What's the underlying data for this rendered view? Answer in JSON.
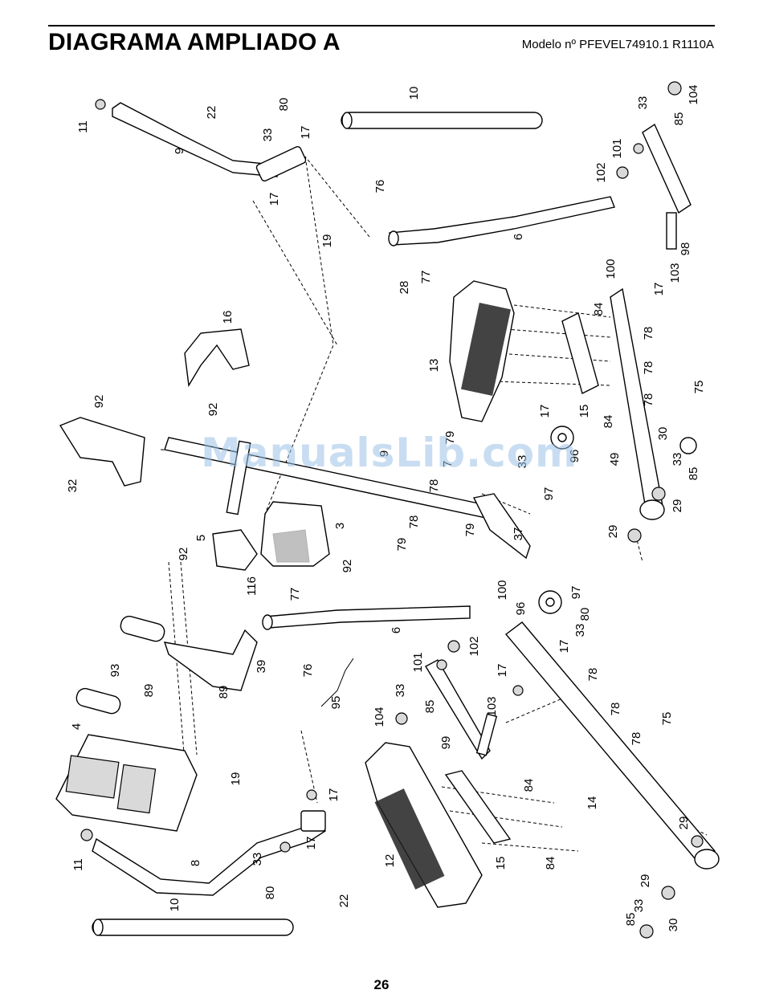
{
  "header": {
    "title": "DIAGRAMA AMPLIADO A",
    "model": "Modelo nº PFEVEL74910.1 R1110A"
  },
  "footer": {
    "page_number": "26"
  },
  "watermark": "ManualsLib.com",
  "part_labels": [
    "11",
    "9",
    "22",
    "80",
    "33",
    "17",
    "17",
    "19",
    "10",
    "76",
    "77",
    "6",
    "28",
    "33",
    "104",
    "85",
    "101",
    "102",
    "98",
    "103",
    "17",
    "100",
    "84",
    "13",
    "78",
    "78",
    "78",
    "75",
    "17",
    "15",
    "84",
    "30",
    "33",
    "85",
    "96",
    "97",
    "49",
    "29",
    "29",
    "16",
    "92",
    "92",
    "32",
    "9",
    "79",
    "33",
    "7",
    "78",
    "78",
    "79",
    "79",
    "37",
    "5",
    "3",
    "92",
    "92",
    "116",
    "77",
    "76",
    "6",
    "100",
    "96",
    "97",
    "80",
    "33",
    "17",
    "102",
    "101",
    "95",
    "17",
    "103",
    "33",
    "85",
    "104",
    "99",
    "93",
    "89",
    "89",
    "39",
    "4",
    "19",
    "17",
    "17",
    "33",
    "80",
    "8",
    "11",
    "22",
    "10",
    "12",
    "15",
    "84",
    "84",
    "78",
    "78",
    "78",
    "75",
    "14",
    "29",
    "29",
    "33",
    "85",
    "30"
  ]
}
